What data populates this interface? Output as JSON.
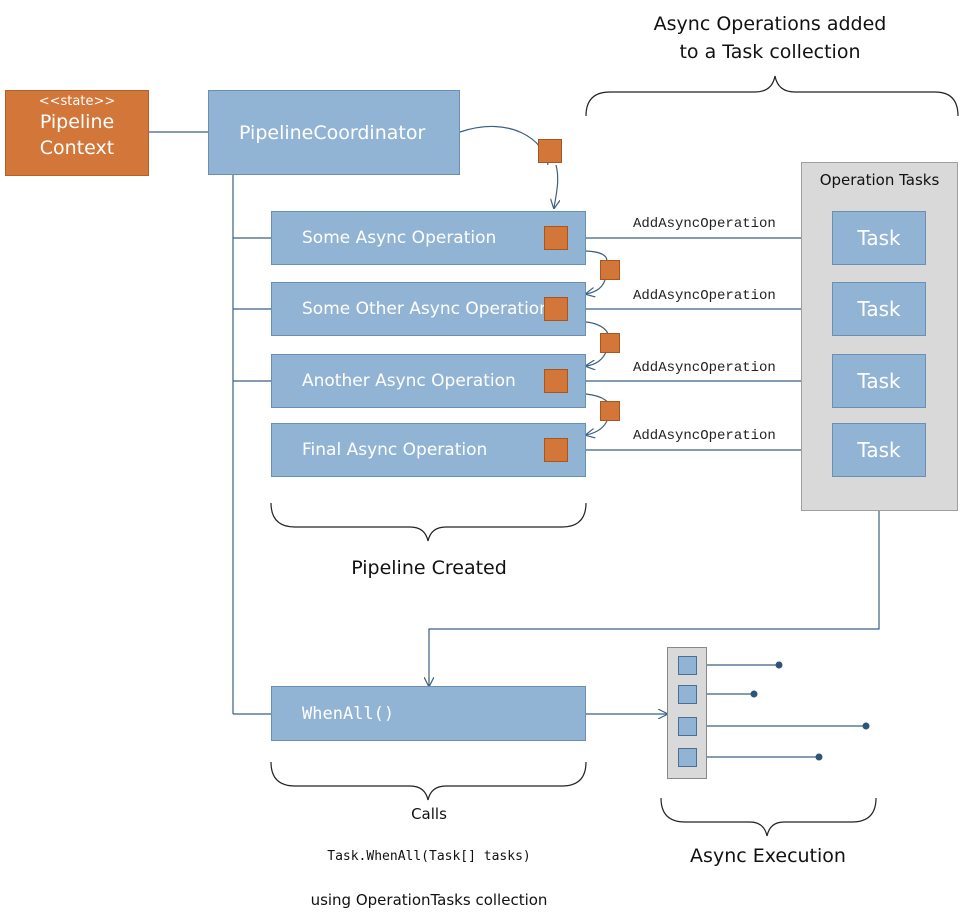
{
  "state_box": {
    "stereotype": "<<state>>",
    "line1": "Pipeline",
    "line2": "Context"
  },
  "coordinator": {
    "label": "PipelineCoordinator"
  },
  "operations": [
    {
      "label": "Some Async Operation"
    },
    {
      "label": "Some Other Async Operation"
    },
    {
      "label": "Another Async Operation"
    },
    {
      "label": "Final Async Operation"
    }
  ],
  "add_label": "AddAsyncOperation",
  "tasks_panel": {
    "title": "Operation Tasks",
    "task_label": "Task"
  },
  "headers": {
    "top_line1": "Async Operations added",
    "top_line2": "to a Task collection"
  },
  "pipeline_created": "Pipeline Created",
  "whenall": {
    "label": "WhenAll()"
  },
  "calls": {
    "title": "Calls",
    "code": "Task.WhenAll(Task[] tasks)",
    "note": "using OperationTasks collection"
  },
  "async_execution": "Async Execution",
  "colors": {
    "blue_box": "#92b4d4",
    "orange": "#d2763a",
    "panel_gray": "#d9d9d9",
    "line": "#3b5f82"
  }
}
